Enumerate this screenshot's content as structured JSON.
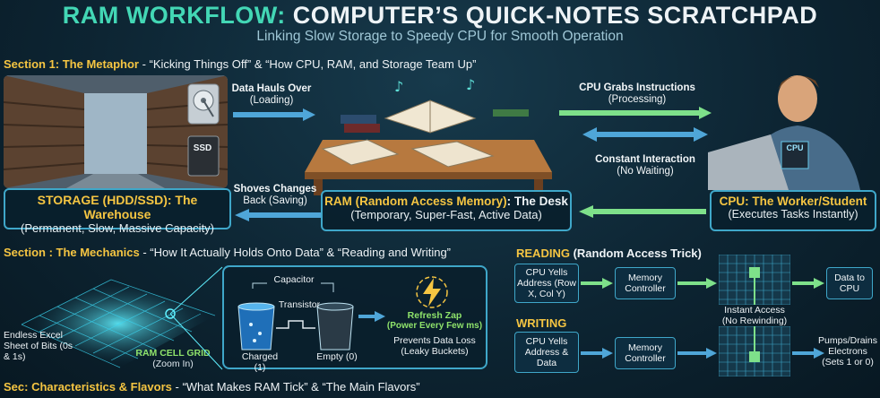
{
  "header": {
    "title_accent": "RAM WORKFLOW:",
    "title_rest": "COMPUTER’S QUICK-NOTES SCRATCHPAD",
    "subtitle": "Linking Slow Storage to Speedy CPU for Smooth Operation"
  },
  "section1": {
    "label": "Section 1: The Metaphor",
    "quotes": "- “Kicking Things Off” & “How CPU, RAM, and Storage Team Up”",
    "ssd_tag": "SSD",
    "arrows": {
      "data_hauls": "Data Hauls Over",
      "data_hauls_sub": "(Loading)",
      "shoves": "Shoves Changes",
      "shoves_sub": "Back (Saving)",
      "cpu_grabs": "CPU Grabs Instructions",
      "cpu_grabs_sub": "(Processing)",
      "constant": "Constant Interaction",
      "constant_sub": "(No Waiting)"
    },
    "storage": {
      "title": "STORAGE (HDD/SSD): The Warehouse",
      "desc": "(Permanent, Slow, Massive Capacity)"
    },
    "ram": {
      "title_accent": "RAM (Random Access Memory)",
      "title_rest": ": The Desk",
      "desc": "(Temporary, Super-Fast, Active Data)"
    },
    "cpu": {
      "title": "CPU: The Worker/Student",
      "desc": "(Executes Tasks Instantly)",
      "chip": "CPU"
    }
  },
  "section2": {
    "label": "Section : The Mechanics",
    "quotes": "- “How It Actually Holds Onto Data” & “Reading and Writing”",
    "grid_caption": "Endless Excel Sheet of Bits (0s & 1s)",
    "ram_cell": "RAM CELL GRID",
    "ram_cell_sub": "(Zoom In)",
    "capacitor": "Capacitor",
    "transistor": "Transistor",
    "charged": "Charged (1)",
    "empty": "Empty (0)",
    "refresh": "Refresh Zap",
    "refresh_sub": "(Power Every Few ms)",
    "prevents": "Prevents Data Loss",
    "prevents_sub": "(Leaky Buckets)"
  },
  "reading": {
    "title_accent": "READING",
    "title_rest": " (Random Access Trick)",
    "yell": "CPU Yells Address (Row X, Col Y)",
    "controller": "Memory Controller",
    "instant": "Instant Access",
    "instant_sub": "(No Rewinding)",
    "data_to": "Data to CPU"
  },
  "writing": {
    "title": "WRITING",
    "yell": "CPU Yells Address & Data",
    "controller": "Memory Controller",
    "pumps": "Pumps/Drains Electrons",
    "pumps_sub": "(Sets 1 or 0)"
  },
  "section3": {
    "label": "Sec: Characteristics & Flavors",
    "quotes": "- “What Makes RAM Tick” & “The Main Flavors”"
  }
}
